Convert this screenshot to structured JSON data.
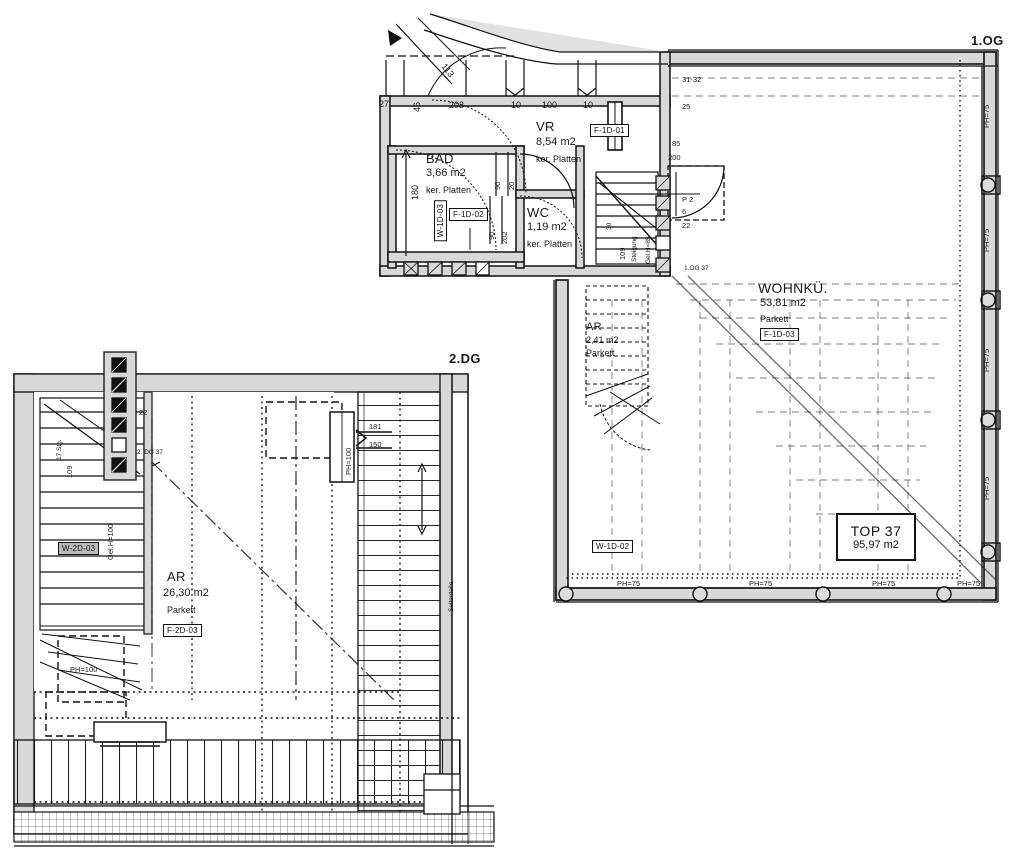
{
  "sheet": {
    "type": "architectural-floor-plan",
    "background": "#ffffff",
    "line_color": "#111111",
    "wall_fill": "#d8d8d8"
  },
  "floors": [
    {
      "id": "og1",
      "tag": "1.OG"
    },
    {
      "id": "dg2",
      "tag": "2.DG"
    }
  ],
  "unit": {
    "label": "TOP 37",
    "area": "95,97 m2"
  },
  "rooms": [
    {
      "name": "BAD",
      "area": "3,66 m2",
      "finish": "ker. Platten",
      "code": "F-1D-02"
    },
    {
      "name": "WC",
      "area": "1,19 m2",
      "finish": "ker. Platten",
      "code": ""
    },
    {
      "name": "VR",
      "area": "8,54 m2",
      "finish": "ker. Platten",
      "code": "F-1D-01"
    },
    {
      "name": "WOHNKÜ.",
      "area": "53,81 m2",
      "finish": "Parkett",
      "code": "F-1D-03"
    },
    {
      "name": "AR",
      "area": "2,41 m2",
      "finish": "Parkett",
      "code": ""
    },
    {
      "name": "AR",
      "area": "26,30 m2",
      "finish": "Parkett",
      "code": "F-2D-03"
    }
  ],
  "codes": {
    "f1d01": "F-1D-01",
    "f1d02": "F-1D-02",
    "f1d03": "F-1D-03",
    "f2d03": "F-2D-03",
    "w1d02": "W-1D-02",
    "w1d03": "W-1D-03",
    "w2d03": "W-2D-03"
  },
  "dimensions": {
    "d27": "27",
    "d46": "46",
    "d203": "203",
    "d113": "113",
    "d10a": "10",
    "d100": "100",
    "d10b": "10",
    "d180": "180",
    "d85": "85",
    "d200": "200",
    "d90": "90",
    "d20": "20",
    "d202": "202",
    "d22a": "22",
    "d22b": "22",
    "d150": "150",
    "d181": "181"
  },
  "annotations": {
    "ph75": "PH=75",
    "ph100": "PH=100",
    "gel_h100": "Gel.H=100",
    "gel_h85": "Gel.H=85",
    "steps109": "109",
    "steps17": "17 Stg.",
    "lvl_og37": "1.OG 37",
    "lvl_dg37": "2. DG 37",
    "mark3132": "31-32",
    "mark25": "25",
    "markP2": "P 2",
    "mark6": "6",
    "mark22": "22",
    "seitenteile": "Seitenteile",
    "steig": "Steigung",
    "n30": "30"
  },
  "ph_wall_labels": [
    "PH=75",
    "PH=75",
    "PH=75",
    "PH=75"
  ],
  "ph_bottom_labels": [
    "PH=75",
    "PH=75",
    "PH=75"
  ]
}
